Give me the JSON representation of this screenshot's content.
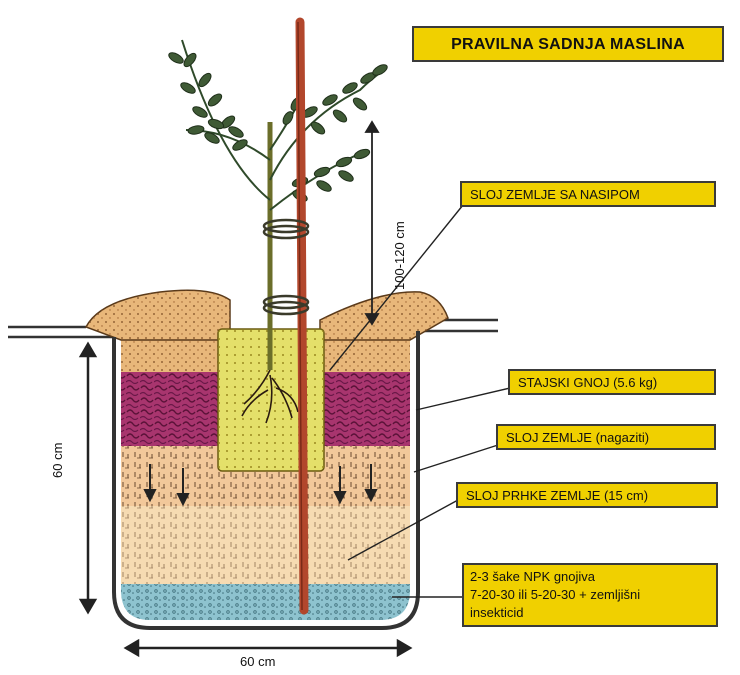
{
  "title": "PRAVILNA SADNJA MASLINA",
  "labels": {
    "soil_mound": "SLOJ ZEMLJE SA NASIPOM",
    "manure": "STAJSKI GNOJ (5.6 kg)",
    "soil_layer": "SLOJ ZEMLJE (nagaziti)",
    "loose_soil": "SLOJ PRHKE ZEMLJE (15 cm)",
    "npk": [
      "2-3 šake NPK gnojiva",
      "7-20-30 ili 5-20-30 + zemljišni",
      "insekticid"
    ]
  },
  "dimensions": {
    "pit_width": "60 cm",
    "pit_depth": "60 cm",
    "planting_height": "100-120 cm"
  },
  "colors": {
    "label_fill": "#f0d000",
    "topsoil": "#e8b77a",
    "manure": "#a8356e",
    "compacted_soil": "#f2c89a",
    "loose_soil": "#f6dbb2",
    "fertilizer": "#8ec3cf",
    "root_ball": "#e4e06a",
    "stake": "#b2472c",
    "foliage": "#2f4a2a"
  }
}
